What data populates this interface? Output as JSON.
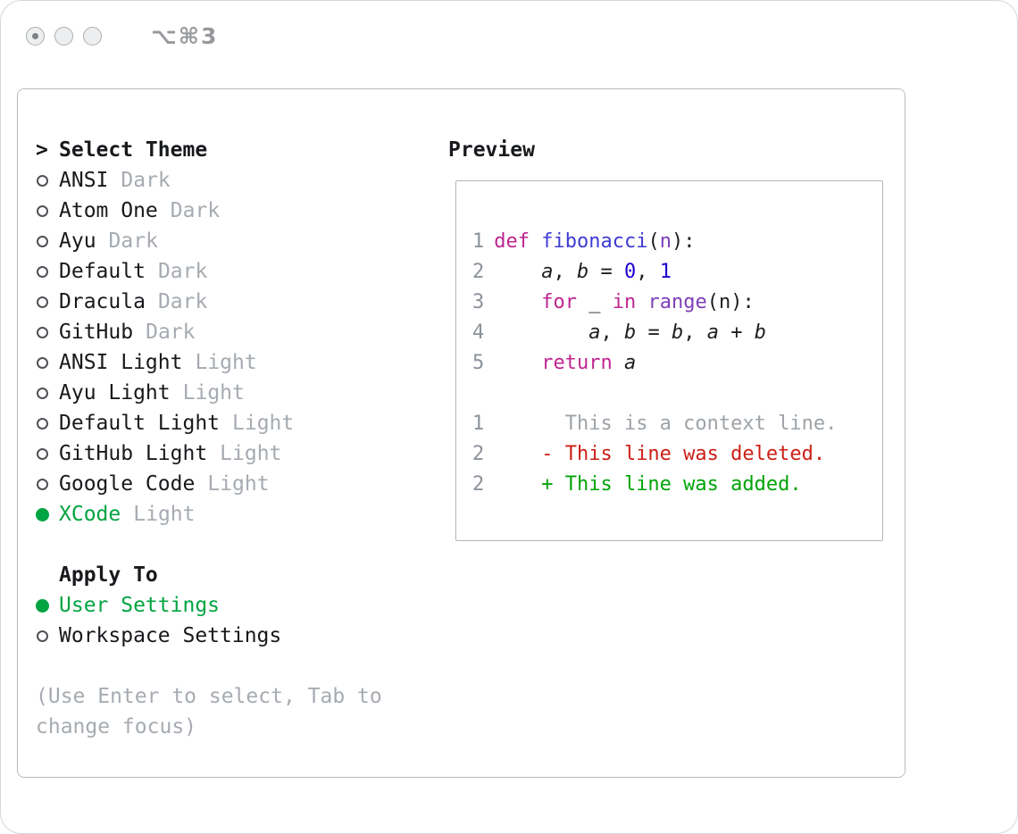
{
  "window": {
    "shortcut": "⌥⌘3"
  },
  "theme_selector": {
    "prompt": ">",
    "title": "Select Theme",
    "items": [
      {
        "name": "ANSI",
        "variant": "Dark",
        "selected": false
      },
      {
        "name": "Atom One",
        "variant": "Dark",
        "selected": false
      },
      {
        "name": "Ayu",
        "variant": "Dark",
        "selected": false
      },
      {
        "name": "Default",
        "variant": "Dark",
        "selected": false
      },
      {
        "name": "Dracula",
        "variant": "Dark",
        "selected": false
      },
      {
        "name": "GitHub",
        "variant": "Dark",
        "selected": false
      },
      {
        "name": "ANSI Light",
        "variant": "Light",
        "selected": false
      },
      {
        "name": "Ayu Light",
        "variant": "Light",
        "selected": false
      },
      {
        "name": "Default Light",
        "variant": "Light",
        "selected": false
      },
      {
        "name": "GitHub Light",
        "variant": "Light",
        "selected": false
      },
      {
        "name": "Google Code",
        "variant": "Light",
        "selected": false
      },
      {
        "name": "XCode",
        "variant": "Light",
        "selected": true
      }
    ]
  },
  "apply_to": {
    "title": "Apply To",
    "options": [
      {
        "label": "User Settings",
        "selected": true
      },
      {
        "label": "Workspace Settings",
        "selected": false
      }
    ]
  },
  "hint": {
    "lines": [
      "(Use Enter to select, Tab to",
      "change focus)"
    ]
  },
  "preview": {
    "title": "Preview",
    "lines": [
      {
        "kind": "code",
        "num": "1",
        "tokens": [
          {
            "t": "def",
            "c": "keyword"
          },
          {
            "t": " ",
            "c": "plain"
          },
          {
            "t": "fibonacci",
            "c": "function"
          },
          {
            "t": "(",
            "c": "plain"
          },
          {
            "t": "n",
            "c": "param"
          },
          {
            "t": "):",
            "c": "plain"
          }
        ]
      },
      {
        "kind": "code",
        "num": "2",
        "tokens": [
          {
            "t": "    ",
            "c": "plain"
          },
          {
            "t": "a",
            "c": "var"
          },
          {
            "t": ", ",
            "c": "plain"
          },
          {
            "t": "b",
            "c": "var"
          },
          {
            "t": " = ",
            "c": "plain"
          },
          {
            "t": "0",
            "c": "number"
          },
          {
            "t": ", ",
            "c": "plain"
          },
          {
            "t": "1",
            "c": "number"
          }
        ]
      },
      {
        "kind": "code",
        "num": "3",
        "tokens": [
          {
            "t": "    ",
            "c": "plain"
          },
          {
            "t": "for",
            "c": "keyword"
          },
          {
            "t": " _ ",
            "c": "plain"
          },
          {
            "t": "in",
            "c": "keyword"
          },
          {
            "t": " ",
            "c": "plain"
          },
          {
            "t": "range",
            "c": "builtin"
          },
          {
            "t": "(n):",
            "c": "plain"
          }
        ]
      },
      {
        "kind": "code",
        "num": "4",
        "tokens": [
          {
            "t": "        ",
            "c": "plain"
          },
          {
            "t": "a",
            "c": "var"
          },
          {
            "t": ", ",
            "c": "plain"
          },
          {
            "t": "b",
            "c": "var"
          },
          {
            "t": " = ",
            "c": "plain"
          },
          {
            "t": "b",
            "c": "var"
          },
          {
            "t": ", ",
            "c": "plain"
          },
          {
            "t": "a",
            "c": "var"
          },
          {
            "t": " + ",
            "c": "plain"
          },
          {
            "t": "b",
            "c": "var"
          }
        ]
      },
      {
        "kind": "code",
        "num": "5",
        "tokens": [
          {
            "t": "    ",
            "c": "plain"
          },
          {
            "t": "return",
            "c": "keyword"
          },
          {
            "t": " ",
            "c": "plain"
          },
          {
            "t": "a",
            "c": "var"
          }
        ]
      },
      {
        "kind": "blank",
        "num": "",
        "tokens": []
      },
      {
        "kind": "context",
        "num": "1",
        "tokens": [
          {
            "t": "      This is a context line.",
            "c": "context"
          }
        ]
      },
      {
        "kind": "deleted",
        "num": "2",
        "tokens": [
          {
            "t": "    - This line was deleted.",
            "c": "deleted"
          }
        ]
      },
      {
        "kind": "added",
        "num": "2",
        "tokens": [
          {
            "t": "    + This line was added.",
            "c": "added"
          }
        ]
      }
    ]
  },
  "colors": {
    "accent_green": "#00A440",
    "muted_gray": "#A6ABB1",
    "keyword": "#BE2690",
    "function": "#3F3BD3",
    "number": "#1C00CF",
    "builtin": "#7D3FB8",
    "lineno": "#8C929B",
    "context": "#9EA3A8",
    "deleted": "#CC1F16",
    "added": "#00A407"
  }
}
